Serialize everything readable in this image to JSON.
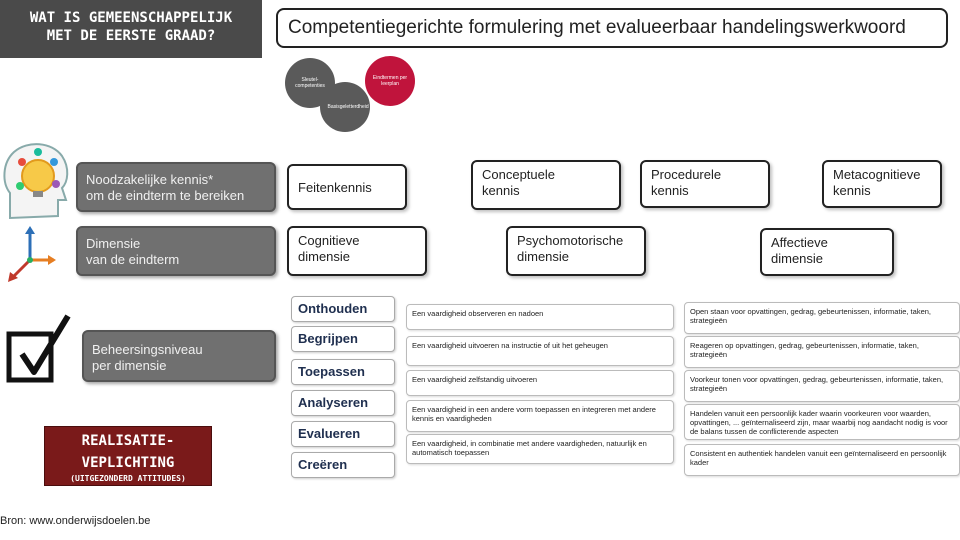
{
  "header": {
    "left_title": [
      "WAT IS GEMEENSCHAPPELIJK",
      "MET DE EERSTE GRAAD?"
    ],
    "main_title": "Competentiegerichte formulering met evalueerbaar handelingswerkwoord"
  },
  "gears": {
    "left": "Sleutel-\ncompetenties",
    "right": "Eindtermen per leerplan",
    "bottom": "Basisgeletterdheid"
  },
  "grey_boxes": {
    "knowledge": [
      "Noodzakelijke kennis*",
      "om de eindterm te bereiken"
    ],
    "dimension": [
      "Dimensie",
      "van de eindterm"
    ],
    "mastery": [
      "Beheersingsniveau",
      "per dimensie"
    ]
  },
  "knowledge_types": [
    [
      "Feitenkennis"
    ],
    [
      "Conceptuele",
      "kennis"
    ],
    [
      "Procedurele",
      "kennis"
    ],
    [
      "Metacognitieve",
      "kennis"
    ]
  ],
  "dimensions": [
    [
      "Cognitieve",
      "dimensie"
    ],
    [
      "Psychomotorische",
      "dimensie"
    ],
    [
      "Affectieve",
      "dimensie"
    ]
  ],
  "levels": [
    "Onthouden",
    "Begrijpen",
    "Toepassen",
    "Analyseren",
    "Evalueren",
    "Creëren"
  ],
  "psychomotor": [
    "Een vaardigheid observeren en nadoen",
    "Een vaardigheid uitvoeren na instructie of uit het geheugen",
    "Een vaardigheid zelfstandig uitvoeren",
    "Een vaardigheid in een andere vorm toepassen en integreren met andere kennis en vaardigheden",
    "Een vaardigheid, in combinatie met andere vaardigheden, natuurlijk en automatisch toepassen"
  ],
  "affective": [
    "Open staan voor opvattingen, gedrag, gebeurtenissen, informatie, taken, strategieën",
    "Reageren op opvattingen, gedrag, gebeurtenissen, informatie, taken, strategieën",
    "Voorkeur tonen voor opvattingen, gedrag, gebeurtenissen, informatie, taken, strategieën",
    "Handelen vanuit een persoonlijk kader waarin voorkeuren voor waarden, opvattingen, ... geïnternaliseerd zijn, maar waarbij nog aandacht nodig is voor de balans tussen de conflicterende aspecten",
    "Consistent en authentiek handelen vanuit een geïnternaliseerd en persoonlijk kader"
  ],
  "realisatie": [
    "REALISATIE-",
    "VEPLICHTING",
    "(UITGEZONDERD ATTITUDES)"
  ],
  "source": "Bron: www.onderwijsdoelen.be",
  "colors": {
    "grey_box": "#707070",
    "title_bg": "#4a4a4a",
    "realisatie": "#7a1a1a",
    "gear_red": "#c0143c",
    "gear_grey": "#5a5a5a"
  },
  "icons": [
    "head-lightbulb-icon",
    "axes-icon",
    "checkbox-icon",
    "gear-icon"
  ]
}
